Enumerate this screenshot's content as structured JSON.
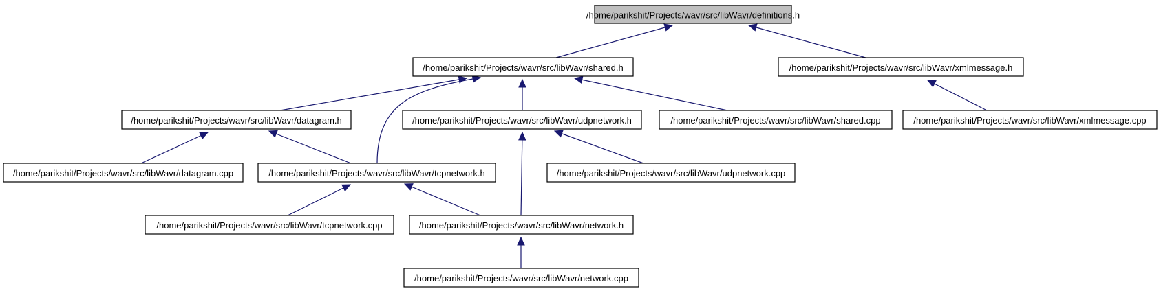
{
  "diagram": {
    "type": "include-dependency-graph",
    "colors": {
      "edge": "#191970",
      "root_fill": "#bfbfbf",
      "node_fill": "#ffffff",
      "node_border": "#000000"
    },
    "nodes": [
      {
        "id": "definitions_h",
        "label": "/home/parikshit/Projects/wavr/src/libWavr/definitions.h",
        "root": true
      },
      {
        "id": "shared_h",
        "label": "/home/parikshit/Projects/wavr/src/libWavr/shared.h"
      },
      {
        "id": "xmlmessage_h",
        "label": "/home/parikshit/Projects/wavr/src/libWavr/xmlmessage.h"
      },
      {
        "id": "datagram_h",
        "label": "/home/parikshit/Projects/wavr/src/libWavr/datagram.h"
      },
      {
        "id": "udpnetwork_h",
        "label": "/home/parikshit/Projects/wavr/src/libWavr/udpnetwork.h"
      },
      {
        "id": "shared_cpp",
        "label": "/home/parikshit/Projects/wavr/src/libWavr/shared.cpp"
      },
      {
        "id": "xmlmessage_cpp",
        "label": "/home/parikshit/Projects/wavr/src/libWavr/xmlmessage.cpp"
      },
      {
        "id": "datagram_cpp",
        "label": "/home/parikshit/Projects/wavr/src/libWavr/datagram.cpp"
      },
      {
        "id": "tcpnetwork_h",
        "label": "/home/parikshit/Projects/wavr/src/libWavr/tcpnetwork.h"
      },
      {
        "id": "udpnetwork_cpp",
        "label": "/home/parikshit/Projects/wavr/src/libWavr/udpnetwork.cpp"
      },
      {
        "id": "tcpnetwork_cpp",
        "label": "/home/parikshit/Projects/wavr/src/libWavr/tcpnetwork.cpp"
      },
      {
        "id": "network_h",
        "label": "/home/parikshit/Projects/wavr/src/libWavr/network.h"
      },
      {
        "id": "network_cpp",
        "label": "/home/parikshit/Projects/wavr/src/libWavr/network.cpp"
      }
    ],
    "edges": [
      {
        "from": "shared_h",
        "to": "definitions_h"
      },
      {
        "from": "xmlmessage_h",
        "to": "definitions_h"
      },
      {
        "from": "datagram_h",
        "to": "shared_h"
      },
      {
        "from": "tcpnetwork_h",
        "to": "shared_h"
      },
      {
        "from": "udpnetwork_h",
        "to": "shared_h"
      },
      {
        "from": "shared_cpp",
        "to": "shared_h"
      },
      {
        "from": "xmlmessage_cpp",
        "to": "xmlmessage_h"
      },
      {
        "from": "datagram_cpp",
        "to": "datagram_h"
      },
      {
        "from": "tcpnetwork_h",
        "to": "datagram_h"
      },
      {
        "from": "network_h",
        "to": "udpnetwork_h"
      },
      {
        "from": "udpnetwork_cpp",
        "to": "udpnetwork_h"
      },
      {
        "from": "tcpnetwork_cpp",
        "to": "tcpnetwork_h"
      },
      {
        "from": "network_h",
        "to": "tcpnetwork_h"
      },
      {
        "from": "network_cpp",
        "to": "network_h"
      }
    ]
  }
}
